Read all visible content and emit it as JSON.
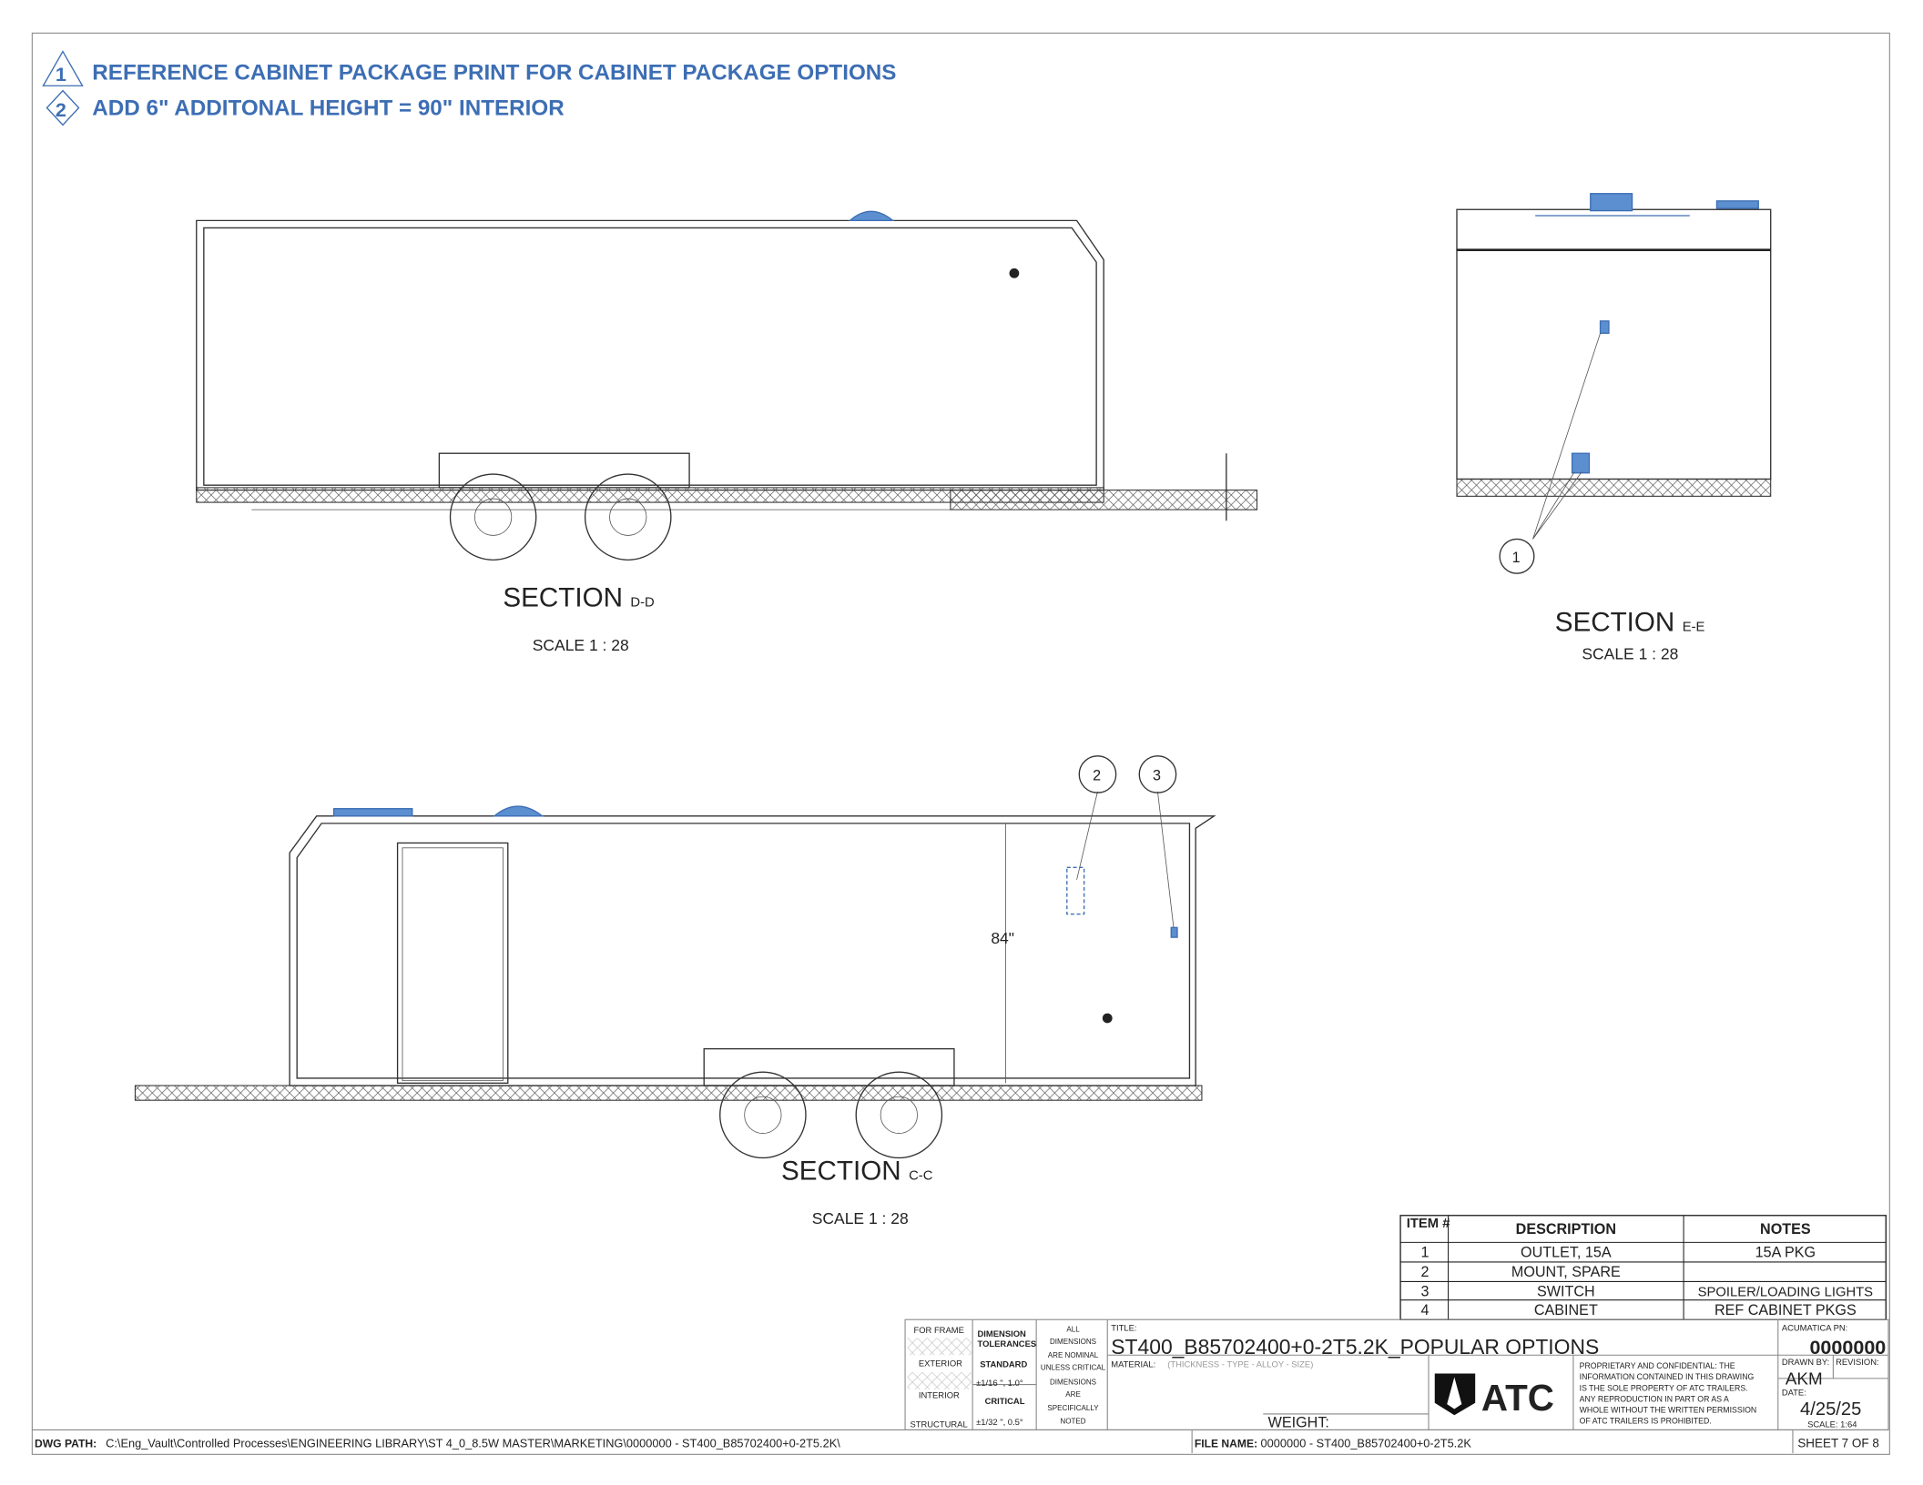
{
  "notes": [
    {
      "num": "1",
      "text": "REFERENCE CABINET PACKAGE PRINT FOR CABINET PACKAGE OPTIONS"
    },
    {
      "num": "2",
      "text": "ADD 6\" ADDITONAL HEIGHT = 90\" INTERIOR"
    }
  ],
  "views": {
    "dd": {
      "label": "SECTION",
      "suffix": "D-D",
      "scale": "SCALE 1 : 28"
    },
    "ee": {
      "label": "SECTION",
      "suffix": "E-E",
      "scale": "SCALE 1 : 28"
    },
    "cc": {
      "label": "SECTION",
      "suffix": "C-C",
      "scale": "SCALE 1 : 28",
      "dimension": "84\""
    }
  },
  "balloons": [
    "1",
    "2",
    "3"
  ],
  "bom": {
    "headers": [
      "ITEM #",
      "DESCRIPTION",
      "NOTES"
    ],
    "rows": [
      {
        "item": "1",
        "description": "OUTLET, 15A",
        "notes": "15A PKG"
      },
      {
        "item": "2",
        "description": "MOUNT, SPARE",
        "notes": ""
      },
      {
        "item": "3",
        "description": "SWITCH",
        "notes": "SPOILER/LOADING LIGHTS"
      },
      {
        "item": "4",
        "description": "CABINET",
        "notes": "REF CABINET  PKGS"
      }
    ]
  },
  "title_block": {
    "for_frame": "FOR FRAME",
    "exterior": "EXTERIOR",
    "interior": "INTERIOR",
    "structural": "STRUCTURAL",
    "dim_tol": [
      "DIMENSION",
      "TOLERANCES"
    ],
    "standard": "STANDARD",
    "standard_val": "±1/16 \", 1.0°",
    "critical": "CRITICAL",
    "critical_val": "±1/32 \", 0.5°",
    "all_dims": [
      "ALL",
      "DIMENSIONS",
      "ARE NOMINAL",
      "UNLESS CRITICAL",
      "DIMENSIONS",
      "ARE",
      "SPECIFICALLY",
      "NOTED"
    ],
    "title_label": "TITLE:",
    "title": "ST400_B85702400+0-2T5.2K_POPULAR OPTIONS",
    "material_label": "MATERIAL:",
    "material_value": "(THICKNESS - TYPE - ALLOY - SIZE)",
    "weight_label": "WEIGHT:",
    "logo": "ATC",
    "proprietary": [
      "PROPRIETARY AND CONFIDENTIAL: THE",
      "INFORMATION CONTAINED IN THIS DRAWING",
      "IS THE SOLE PROPERTY OF ATC TRAILERS.",
      "ANY REPRODUCTION IN PART OR AS A",
      "WHOLE WITHOUT THE WRITTEN PERMISSION",
      "OF ATC TRAILERS IS PROHIBITED."
    ],
    "acumatica_label": "ACUMATICA PN:",
    "acumatica_pn": "0000000",
    "drawn_by_label": "DRAWN BY:",
    "drawn_by": "AKM",
    "revision_label": "REVISION:",
    "date_label": "DATE:",
    "date": "4/25/25",
    "scale": "SCALE: 1:64",
    "dwg_path_label": "DWG PATH:",
    "dwg_path": "C:\\Eng_Vault\\Controlled Processes\\ENGINEERING LIBRARY\\ST 4_0_8.5W MASTER\\MARKETING\\0000000 - ST400_B85702400+0-2T5.2K\\",
    "file_name_label": "FILE NAME:",
    "file_name": "0000000 - ST400_B85702400+0-2T5.2K",
    "sheet": "SHEET 7 OF 8"
  }
}
